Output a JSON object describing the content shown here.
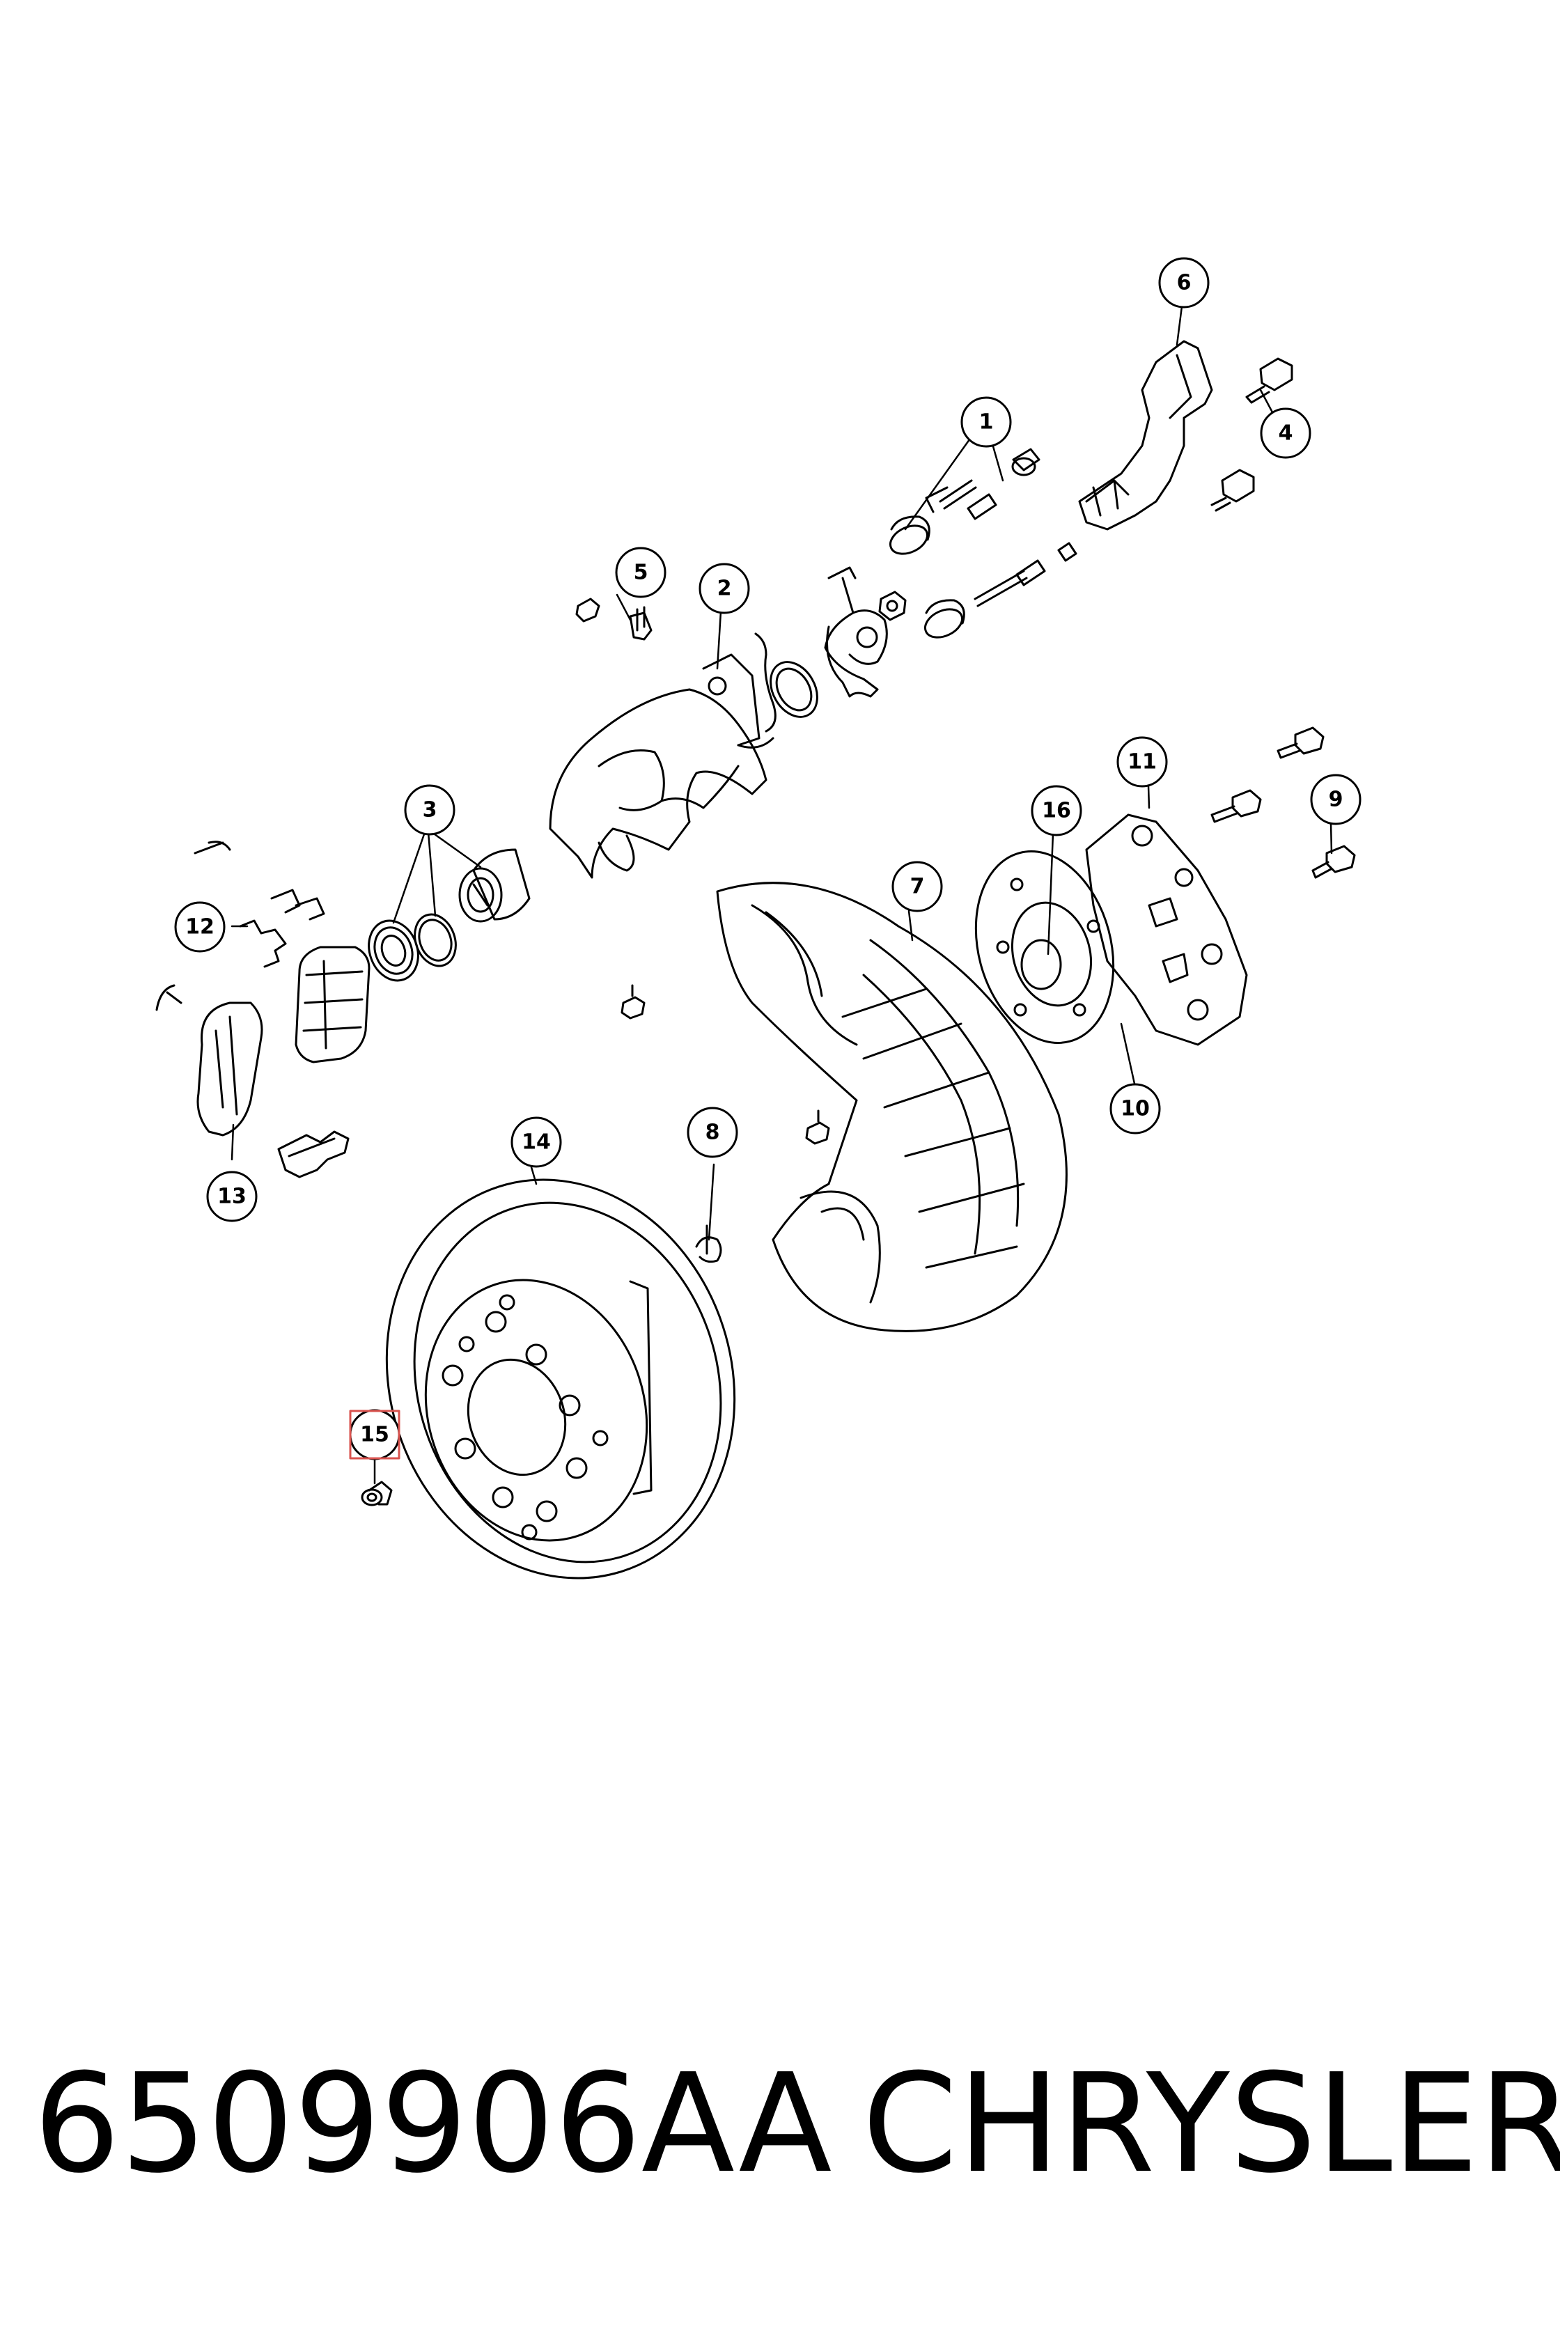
{
  "diagram": {
    "callouts": [
      {
        "id": "1",
        "label": "1"
      },
      {
        "id": "2",
        "label": "2"
      },
      {
        "id": "3",
        "label": "3"
      },
      {
        "id": "4",
        "label": "4"
      },
      {
        "id": "5",
        "label": "5"
      },
      {
        "id": "6",
        "label": "6"
      },
      {
        "id": "7",
        "label": "7"
      },
      {
        "id": "8",
        "label": "8"
      },
      {
        "id": "9",
        "label": "9"
      },
      {
        "id": "10",
        "label": "10"
      },
      {
        "id": "11",
        "label": "11"
      },
      {
        "id": "12",
        "label": "12"
      },
      {
        "id": "13",
        "label": "13"
      },
      {
        "id": "14",
        "label": "14"
      },
      {
        "id": "15",
        "label": "15",
        "highlighted": true
      },
      {
        "id": "16",
        "label": "16"
      }
    ],
    "highlight_color": "#d9534f"
  },
  "footer": {
    "part_number": "6509906AA",
    "brand": "CHRYSLER"
  }
}
